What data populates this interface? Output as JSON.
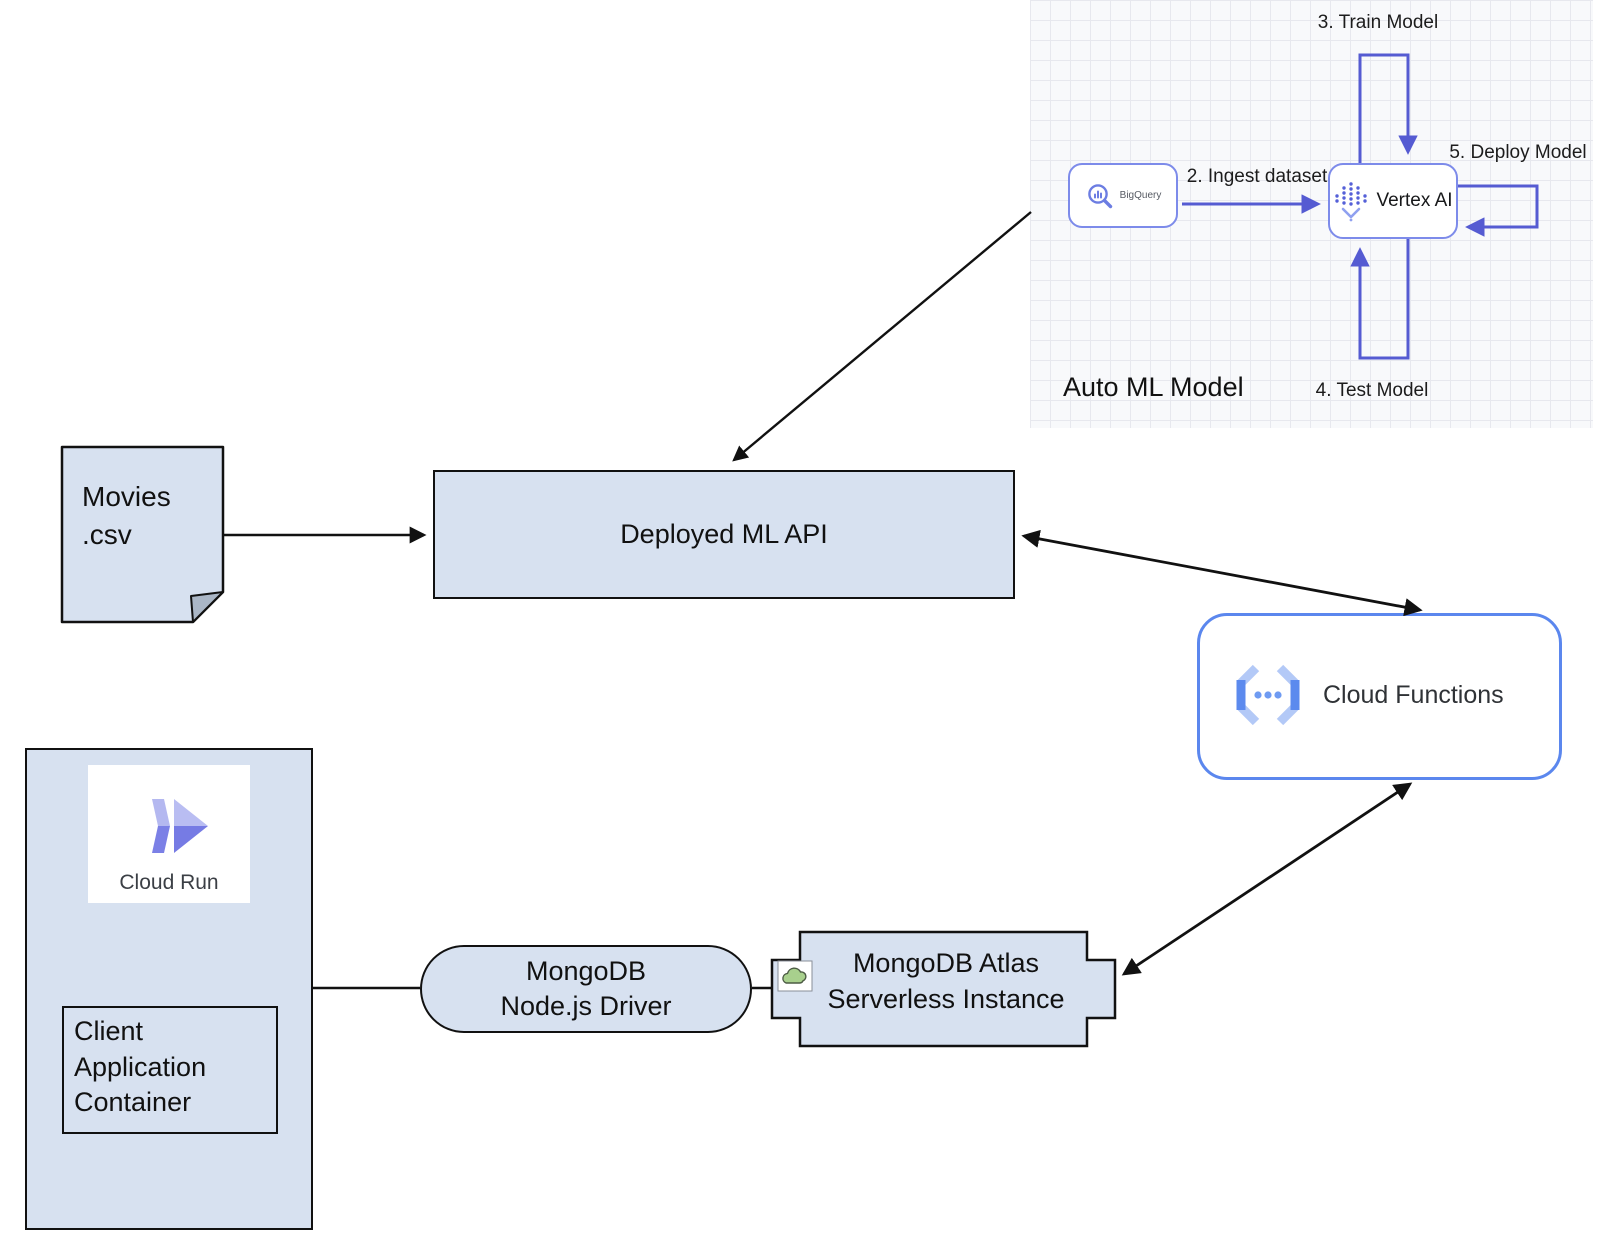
{
  "automl_panel": {
    "caption": "Auto ML Model",
    "bigquery_label": "BigQuery",
    "vertex_label": "Vertex AI",
    "steps": {
      "ingest": "2. Ingest dataset",
      "train": "3. Train Model",
      "test": "4. Test Model",
      "deploy": "5. Deploy Model"
    }
  },
  "nodes": {
    "movies_file": {
      "line1": "Movies",
      "line2": ".csv"
    },
    "deployed_api": {
      "label": "Deployed ML API"
    },
    "cloud_functions": {
      "label": "Cloud Functions"
    },
    "cloud_run": {
      "label": "Cloud Run"
    },
    "client_app": {
      "label": "Client Application Container"
    },
    "mongo_driver": {
      "line1": "MongoDB",
      "line2": "Node.js Driver"
    },
    "atlas": {
      "line1": "MongoDB Atlas",
      "line2": "Serverless Instance"
    }
  },
  "colors": {
    "node_fill": "#d7e1f0",
    "panel_arrow": "#555bd2",
    "cloud_functions_border": "#5b87ee",
    "atlas_cloud_green": "#a8d08d"
  }
}
